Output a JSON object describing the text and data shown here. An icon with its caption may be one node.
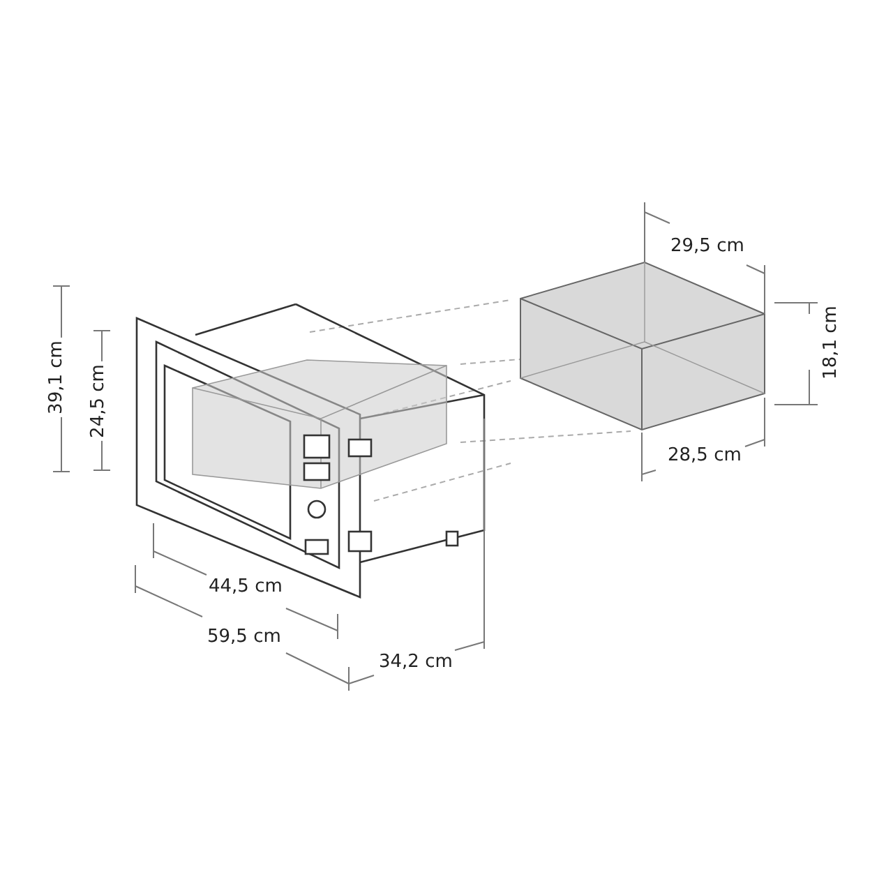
{
  "diagram": {
    "labels": [
      "29,5 cm",
      "18,1 cm",
      "39,1 cm",
      "24,5 cm",
      "28,5 cm",
      "44,5 cm",
      "59,5 cm",
      "34,2 cm"
    ]
  }
}
